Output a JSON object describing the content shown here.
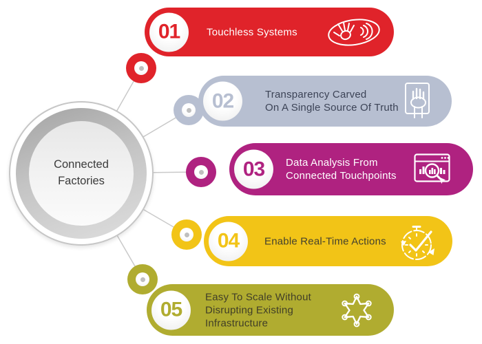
{
  "diagram": {
    "center": {
      "label": "Connected Factories"
    },
    "line_color": "#c9c9c9",
    "connector_dot_color": "#bfbfbf",
    "items": [
      {
        "number": "01",
        "lines": [
          "Touchless Systems"
        ],
        "color": "#e0232a",
        "text_color": "#ffffff",
        "icon": "touchless-gesture-icon"
      },
      {
        "number": "02",
        "lines": [
          "Transparency Carved",
          "On A Single Source Of Truth"
        ],
        "color": "#b7bfd1",
        "text_color": "#3c4356",
        "icon": "oath-hand-on-document-icon"
      },
      {
        "number": "03",
        "lines": [
          "Data Analysis From",
          "Connected Touchpoints"
        ],
        "color": "#af2280",
        "text_color": "#ffffff",
        "icon": "data-analysis-magnifier-icon"
      },
      {
        "number": "04",
        "lines": [
          "Enable Real-Time Actions"
        ],
        "color": "#f2c417",
        "text_color": "#44412e",
        "icon": "stopwatch-check-icon"
      },
      {
        "number": "05",
        "lines": [
          "Easy To Scale Without",
          "Disrupting Existing",
          "Infrastructure"
        ],
        "color": "#b0ac30",
        "text_color": "#403e27",
        "icon": "scale-star-icon"
      }
    ]
  }
}
